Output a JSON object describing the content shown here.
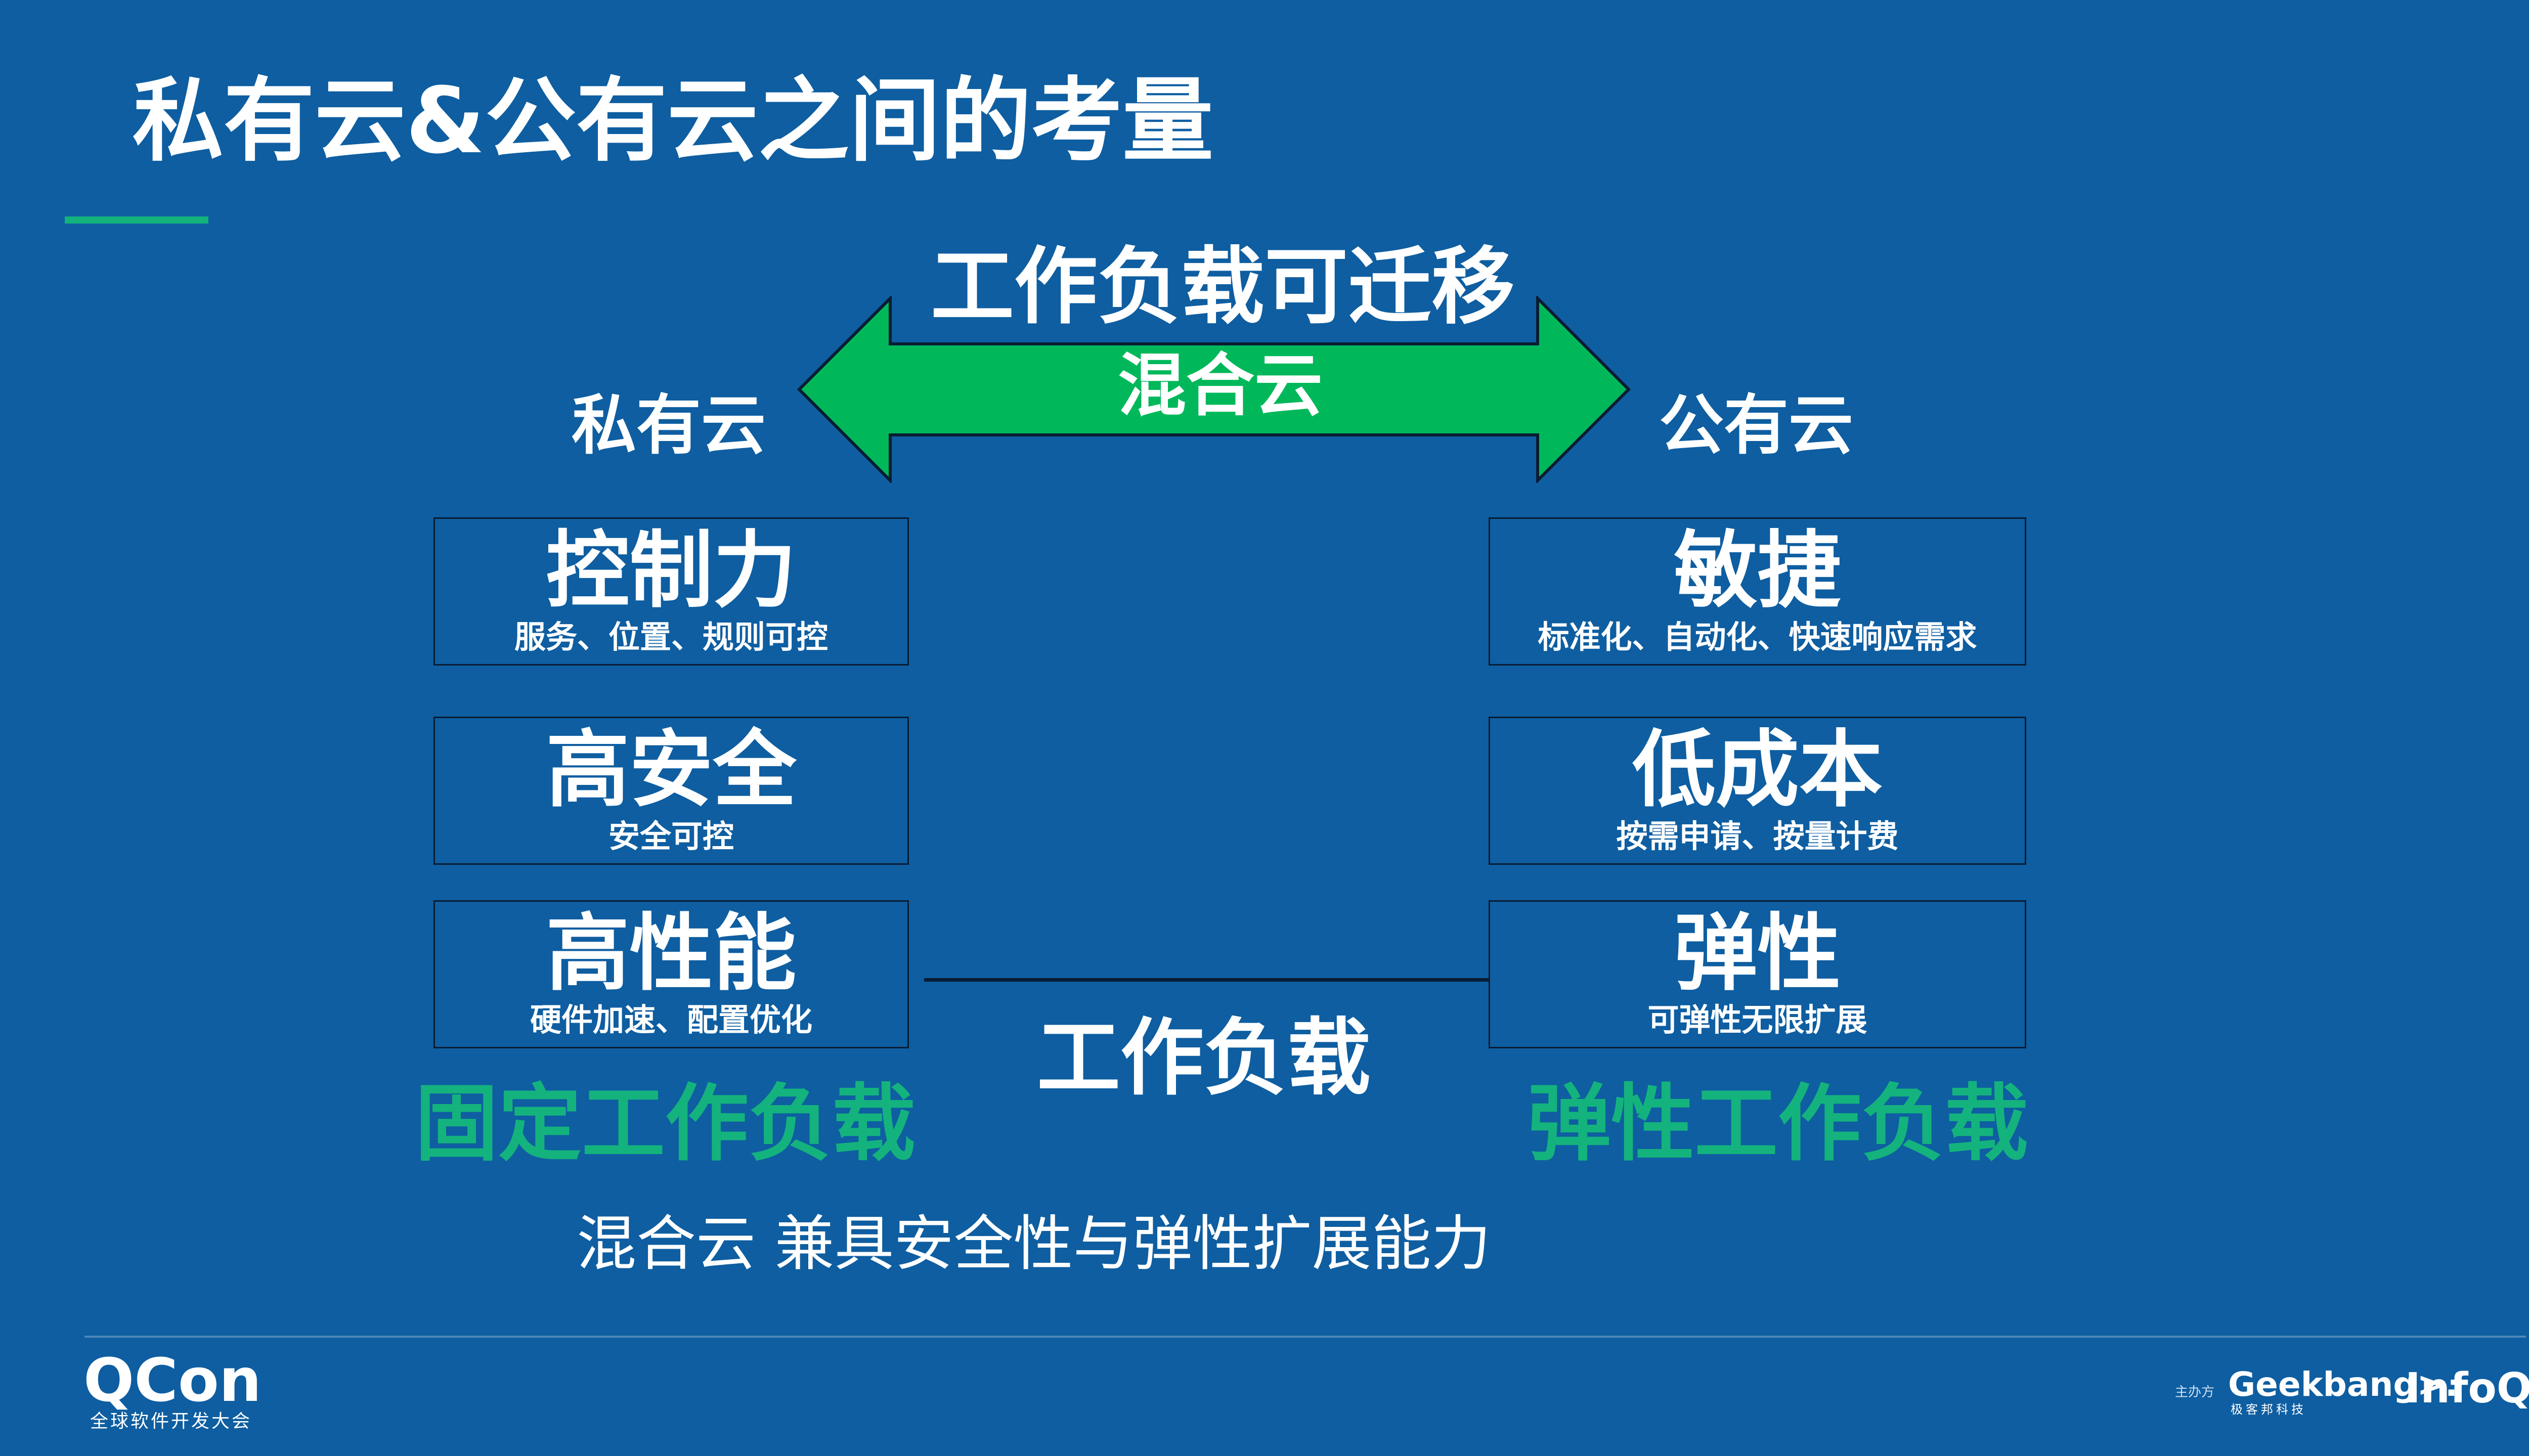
{
  "header": {
    "title": "私有云&公有云之间的考量",
    "accent_color": "#14b37d"
  },
  "diagram": {
    "top_label": "工作负载可迁移",
    "arrow_label": "混合云",
    "arrow_color": "#00b85a",
    "private_label": "私有云",
    "public_label": "公有云",
    "left_boxes": [
      {
        "title": "控制力",
        "subtitle": "服务、位置、规则可控"
      },
      {
        "title": "高安全",
        "subtitle": "安全可控"
      },
      {
        "title": "高性能",
        "subtitle": "硬件加速、配置优化"
      }
    ],
    "right_boxes": [
      {
        "title": "敏捷",
        "subtitle": "标准化、自动化、快速响应需求"
      },
      {
        "title": "低成本",
        "subtitle": "按需申请、按量计费"
      },
      {
        "title": "弹性",
        "subtitle": "可弹性无限扩展"
      }
    ],
    "center_label": "工作负载",
    "fixed_workload": "固定工作负载",
    "elastic_workload": "弹性工作负载",
    "summary": "混合云 兼具安全性与弹性扩展能力"
  },
  "footer": {
    "qcon_logo": "QCon",
    "qcon_sub": "全球软件开发大会",
    "sponsor_label": "主办方",
    "geekbang": "Geekbang>.",
    "geekbang_sub": "极客邦科技",
    "infoq": "InfoQ"
  },
  "colors": {
    "background": "#0e5ea1",
    "green": "#14b37d",
    "border": "#0a1c33"
  }
}
